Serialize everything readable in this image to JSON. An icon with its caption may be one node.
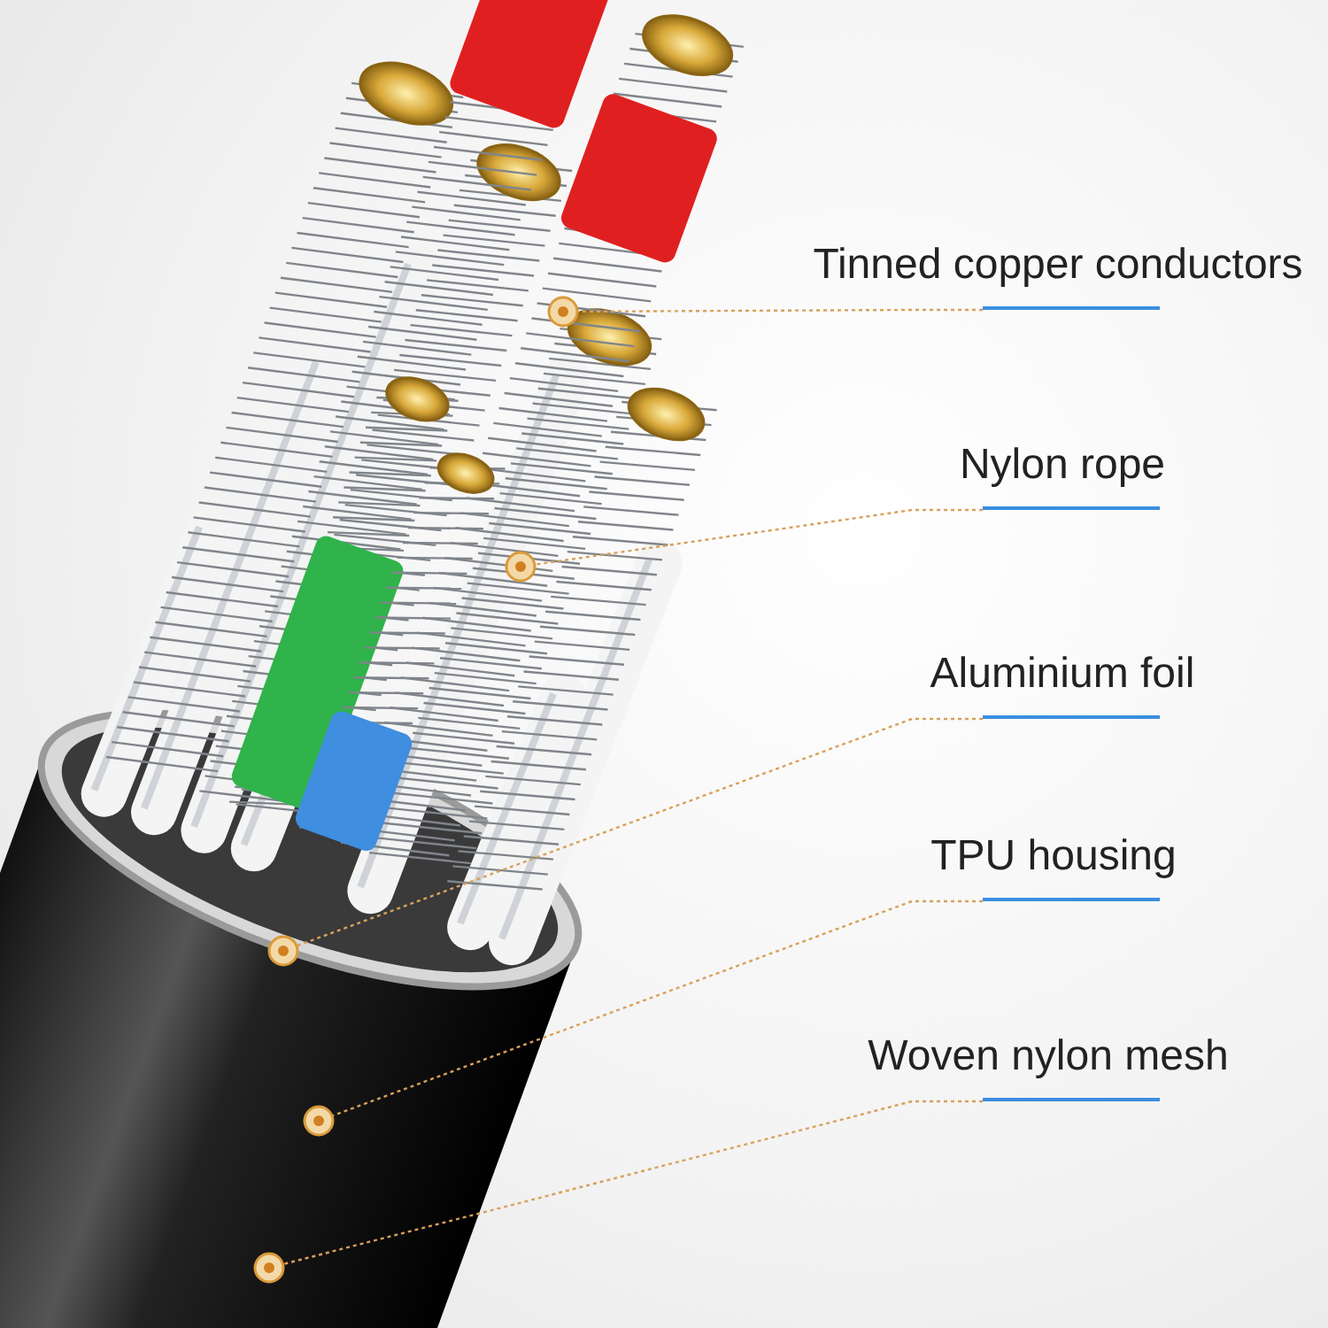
{
  "diagram": {
    "nodes": [
      {
        "text": [
          "Tinned copper conductors"
        ]
      },
      {
        "text": [
          "Nylon rope"
        ]
      },
      {
        "text": [
          "Aluminium foil"
        ]
      },
      {
        "text": [
          "TPU housing"
        ]
      },
      {
        "text": [
          "Woven nylon mesh"
        ]
      },
      {
        "text": [],
        "shape": "circle"
      },
      {
        "text": [],
        "shape": "circle"
      },
      {
        "text": [],
        "shape": "circle"
      },
      {
        "text": [],
        "shape": "circle"
      },
      {
        "text": [],
        "shape": "circle"
      }
    ],
    "edges": [
      {
        "from": 0,
        "to": 5,
        "arrow": "none"
      },
      {
        "from": 1,
        "to": 6,
        "arrow": "none"
      },
      {
        "from": 2,
        "to": 7,
        "arrow": "none"
      },
      {
        "from": 3,
        "to": 8,
        "arrow": "none"
      },
      {
        "from": 4,
        "to": 9,
        "arrow": "none"
      }
    ]
  }
}
